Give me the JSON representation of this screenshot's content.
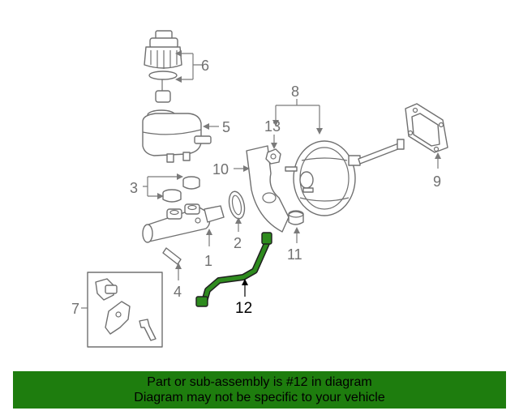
{
  "diagram": {
    "callouts": [
      "1",
      "2",
      "3",
      "4",
      "5",
      "6",
      "7",
      "8",
      "9",
      "10",
      "11",
      "12",
      "13"
    ],
    "highlight_color": "#2e8b1e"
  },
  "banner": {
    "line1": "Part or sub-assembly is #12 in diagram",
    "line2": "Diagram may not be specific to your vehicle",
    "background": "#1e7d0e"
  }
}
